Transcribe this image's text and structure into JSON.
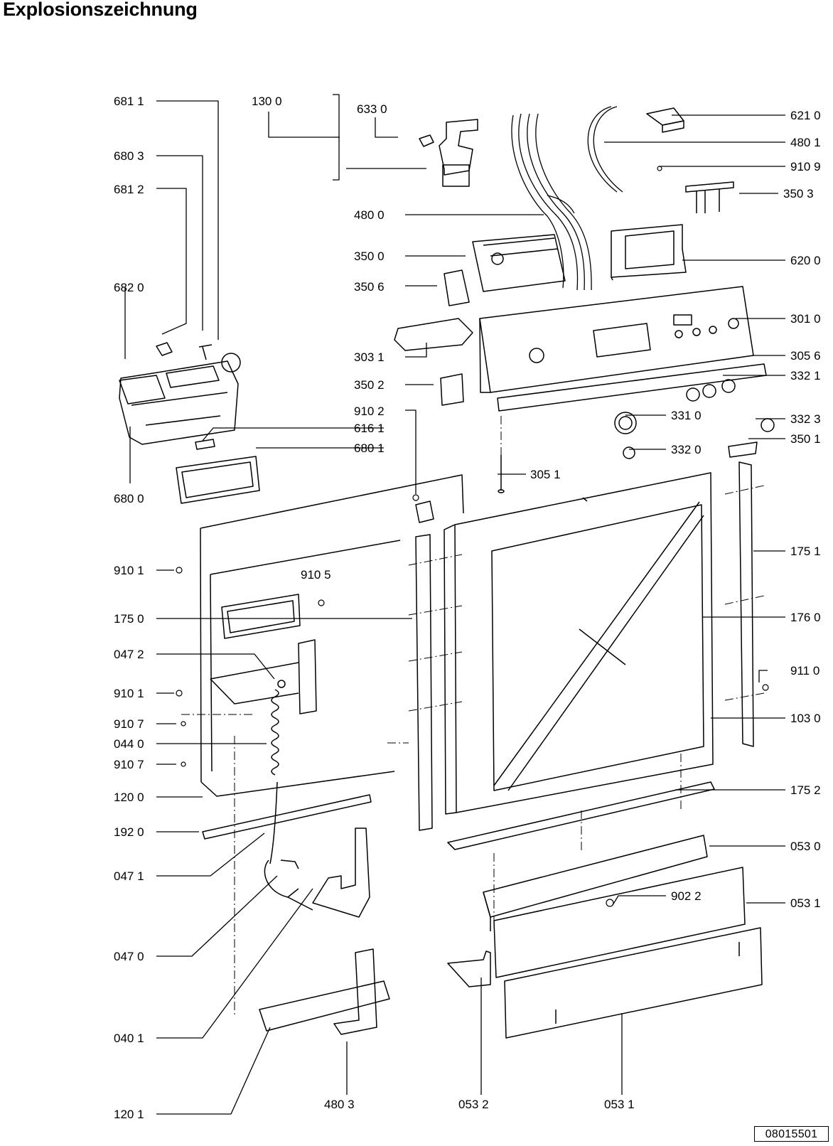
{
  "title": "Explosionszeichnung",
  "document_code": "08015501",
  "part_labels": [
    "681 1",
    "130 0",
    "633 0",
    "621 0",
    "480 1",
    "910 9",
    "680 3",
    "681 2",
    "350 3",
    "480 0",
    "350 0",
    "620 0",
    "682 0",
    "350 6",
    "301 0",
    "303 1",
    "305 6",
    "350 2",
    "332 1",
    "910 2",
    "331 0",
    "332 3",
    "616 1",
    "680 1",
    "332 0",
    "350 1",
    "305 1",
    "680 0",
    "175 1",
    "910 1",
    "910 5",
    "175 0",
    "176 0",
    "047 2",
    "911 0",
    "910 1",
    "103 0",
    "910 7",
    "044 0",
    "910 7",
    "120 0",
    "175 2",
    "192 0",
    "053 0",
    "047 1",
    "902 2",
    "053 1",
    "047 0",
    "040 1",
    "120 1",
    "480 3",
    "053 2",
    "053 1"
  ]
}
